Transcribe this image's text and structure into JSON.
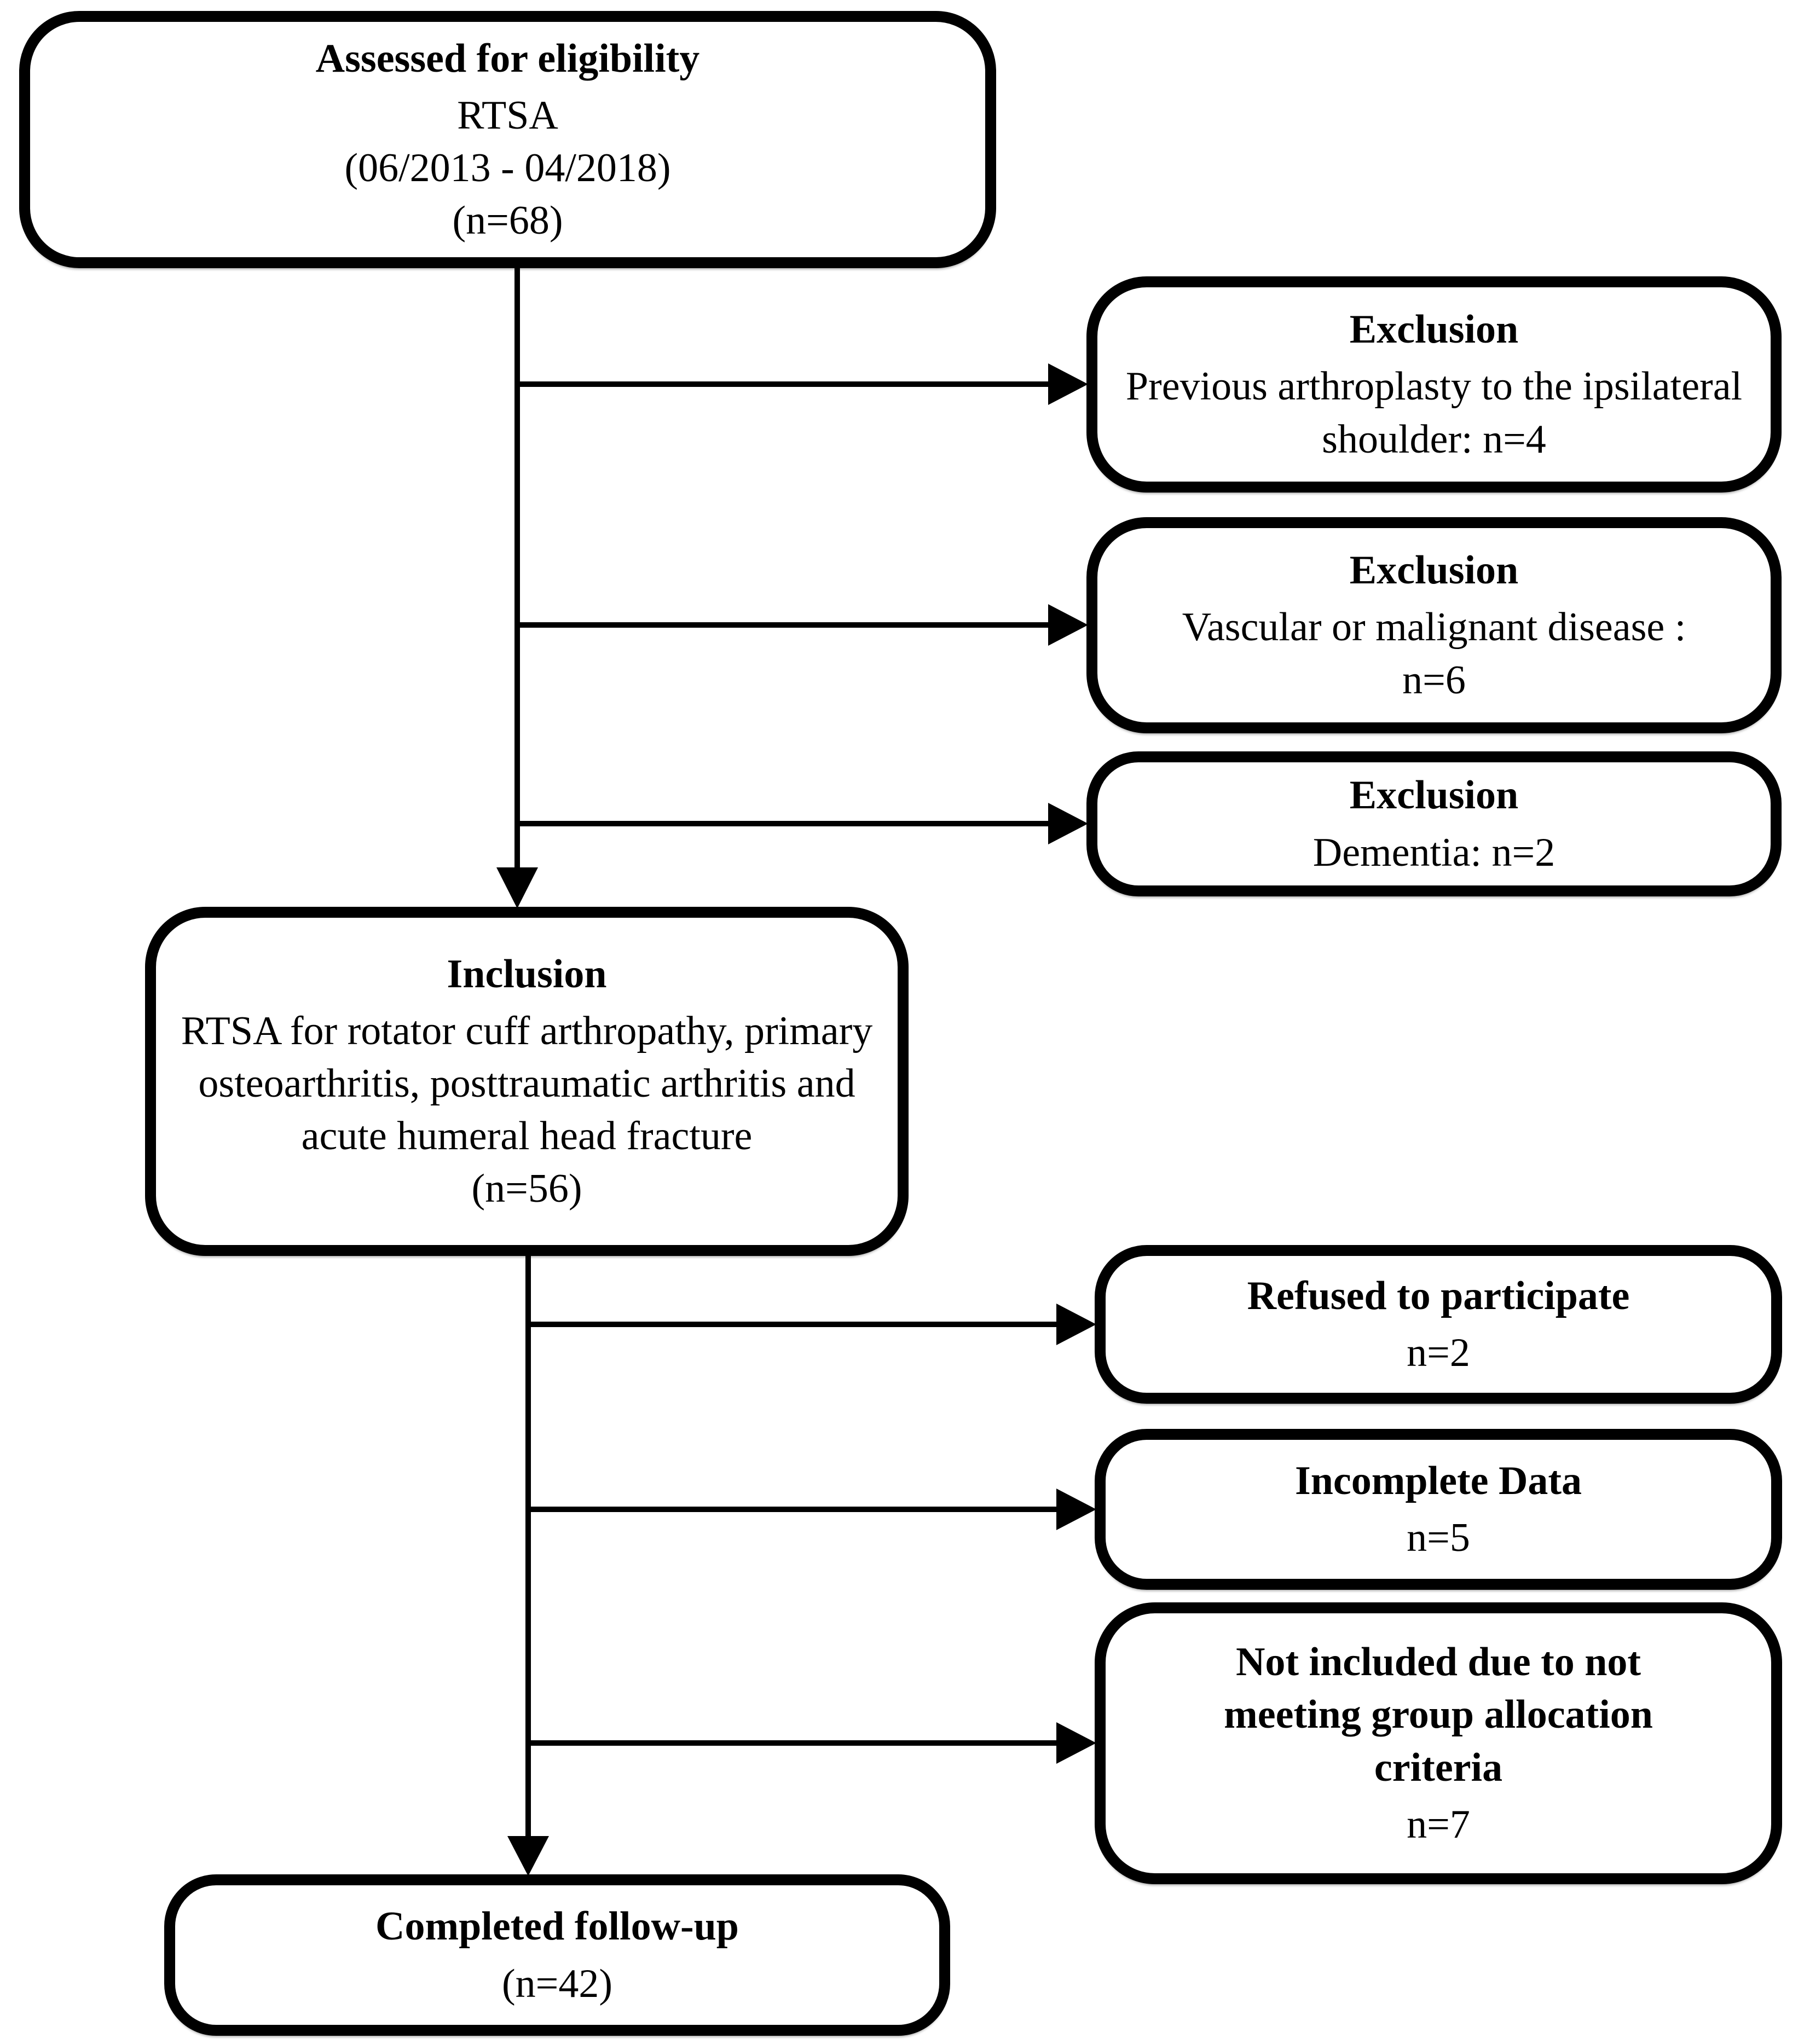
{
  "colors": {
    "line": "#000000",
    "box_border": "#000000",
    "box_fill": "#ffffff",
    "page_bg": "#ffffff"
  },
  "boxes": {
    "assessed": {
      "title": "Assessed for eligibility",
      "line1": "RTSA",
      "line2": "(06/2013 - 04/2018)",
      "line3": "(n=68)"
    },
    "exclusion_arthroplasty": {
      "title": "Exclusion",
      "line1": "Previous arthroplasty to the ipsilateral shoulder: n=4"
    },
    "exclusion_vascular": {
      "title": "Exclusion",
      "line1": "Vascular or malignant disease :",
      "line2": "n=6"
    },
    "exclusion_dementia": {
      "title": "Exclusion",
      "line1": "Dementia: n=2"
    },
    "inclusion": {
      "title": "Inclusion",
      "line1": "RTSA for rotator cuff arthropathy, primary osteoarthritis, posttraumatic arthritis and acute humeral head fracture",
      "line2": "(n=56)"
    },
    "refused": {
      "title": "Refused to participate",
      "line1": "n=2"
    },
    "incomplete": {
      "title": "Incomplete Data",
      "line1": "n=5"
    },
    "not_included": {
      "title": "Not included due to not meeting group allocation criteria",
      "line1": "n=7"
    },
    "completed": {
      "title": "Completed follow-up",
      "line1": "(n=42)"
    }
  }
}
